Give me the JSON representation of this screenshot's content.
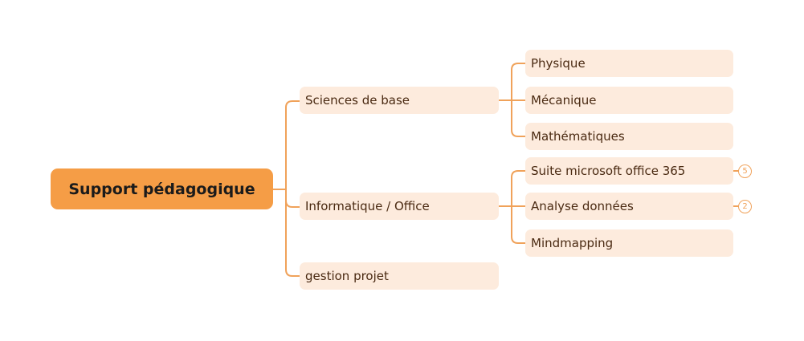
{
  "mindmap": {
    "root": {
      "label": "Support pédagogique"
    },
    "branches": [
      {
        "label": "Sciences de base",
        "children": [
          {
            "label": "Physique"
          },
          {
            "label": "Mécanique"
          },
          {
            "label": "Mathématiques"
          }
        ]
      },
      {
        "label": "Informatique / Office",
        "children": [
          {
            "label": "Suite microsoft office 365",
            "collapsed_count": "5"
          },
          {
            "label": "Analyse données",
            "collapsed_count": "2"
          },
          {
            "label": "Mindmapping"
          }
        ]
      },
      {
        "label": "gestion projet",
        "children": []
      }
    ]
  },
  "colors": {
    "root_fill": "#f59d46",
    "node_fill": "#fdebdd",
    "connector": "#f0a25a",
    "text": "#4a2a12"
  }
}
